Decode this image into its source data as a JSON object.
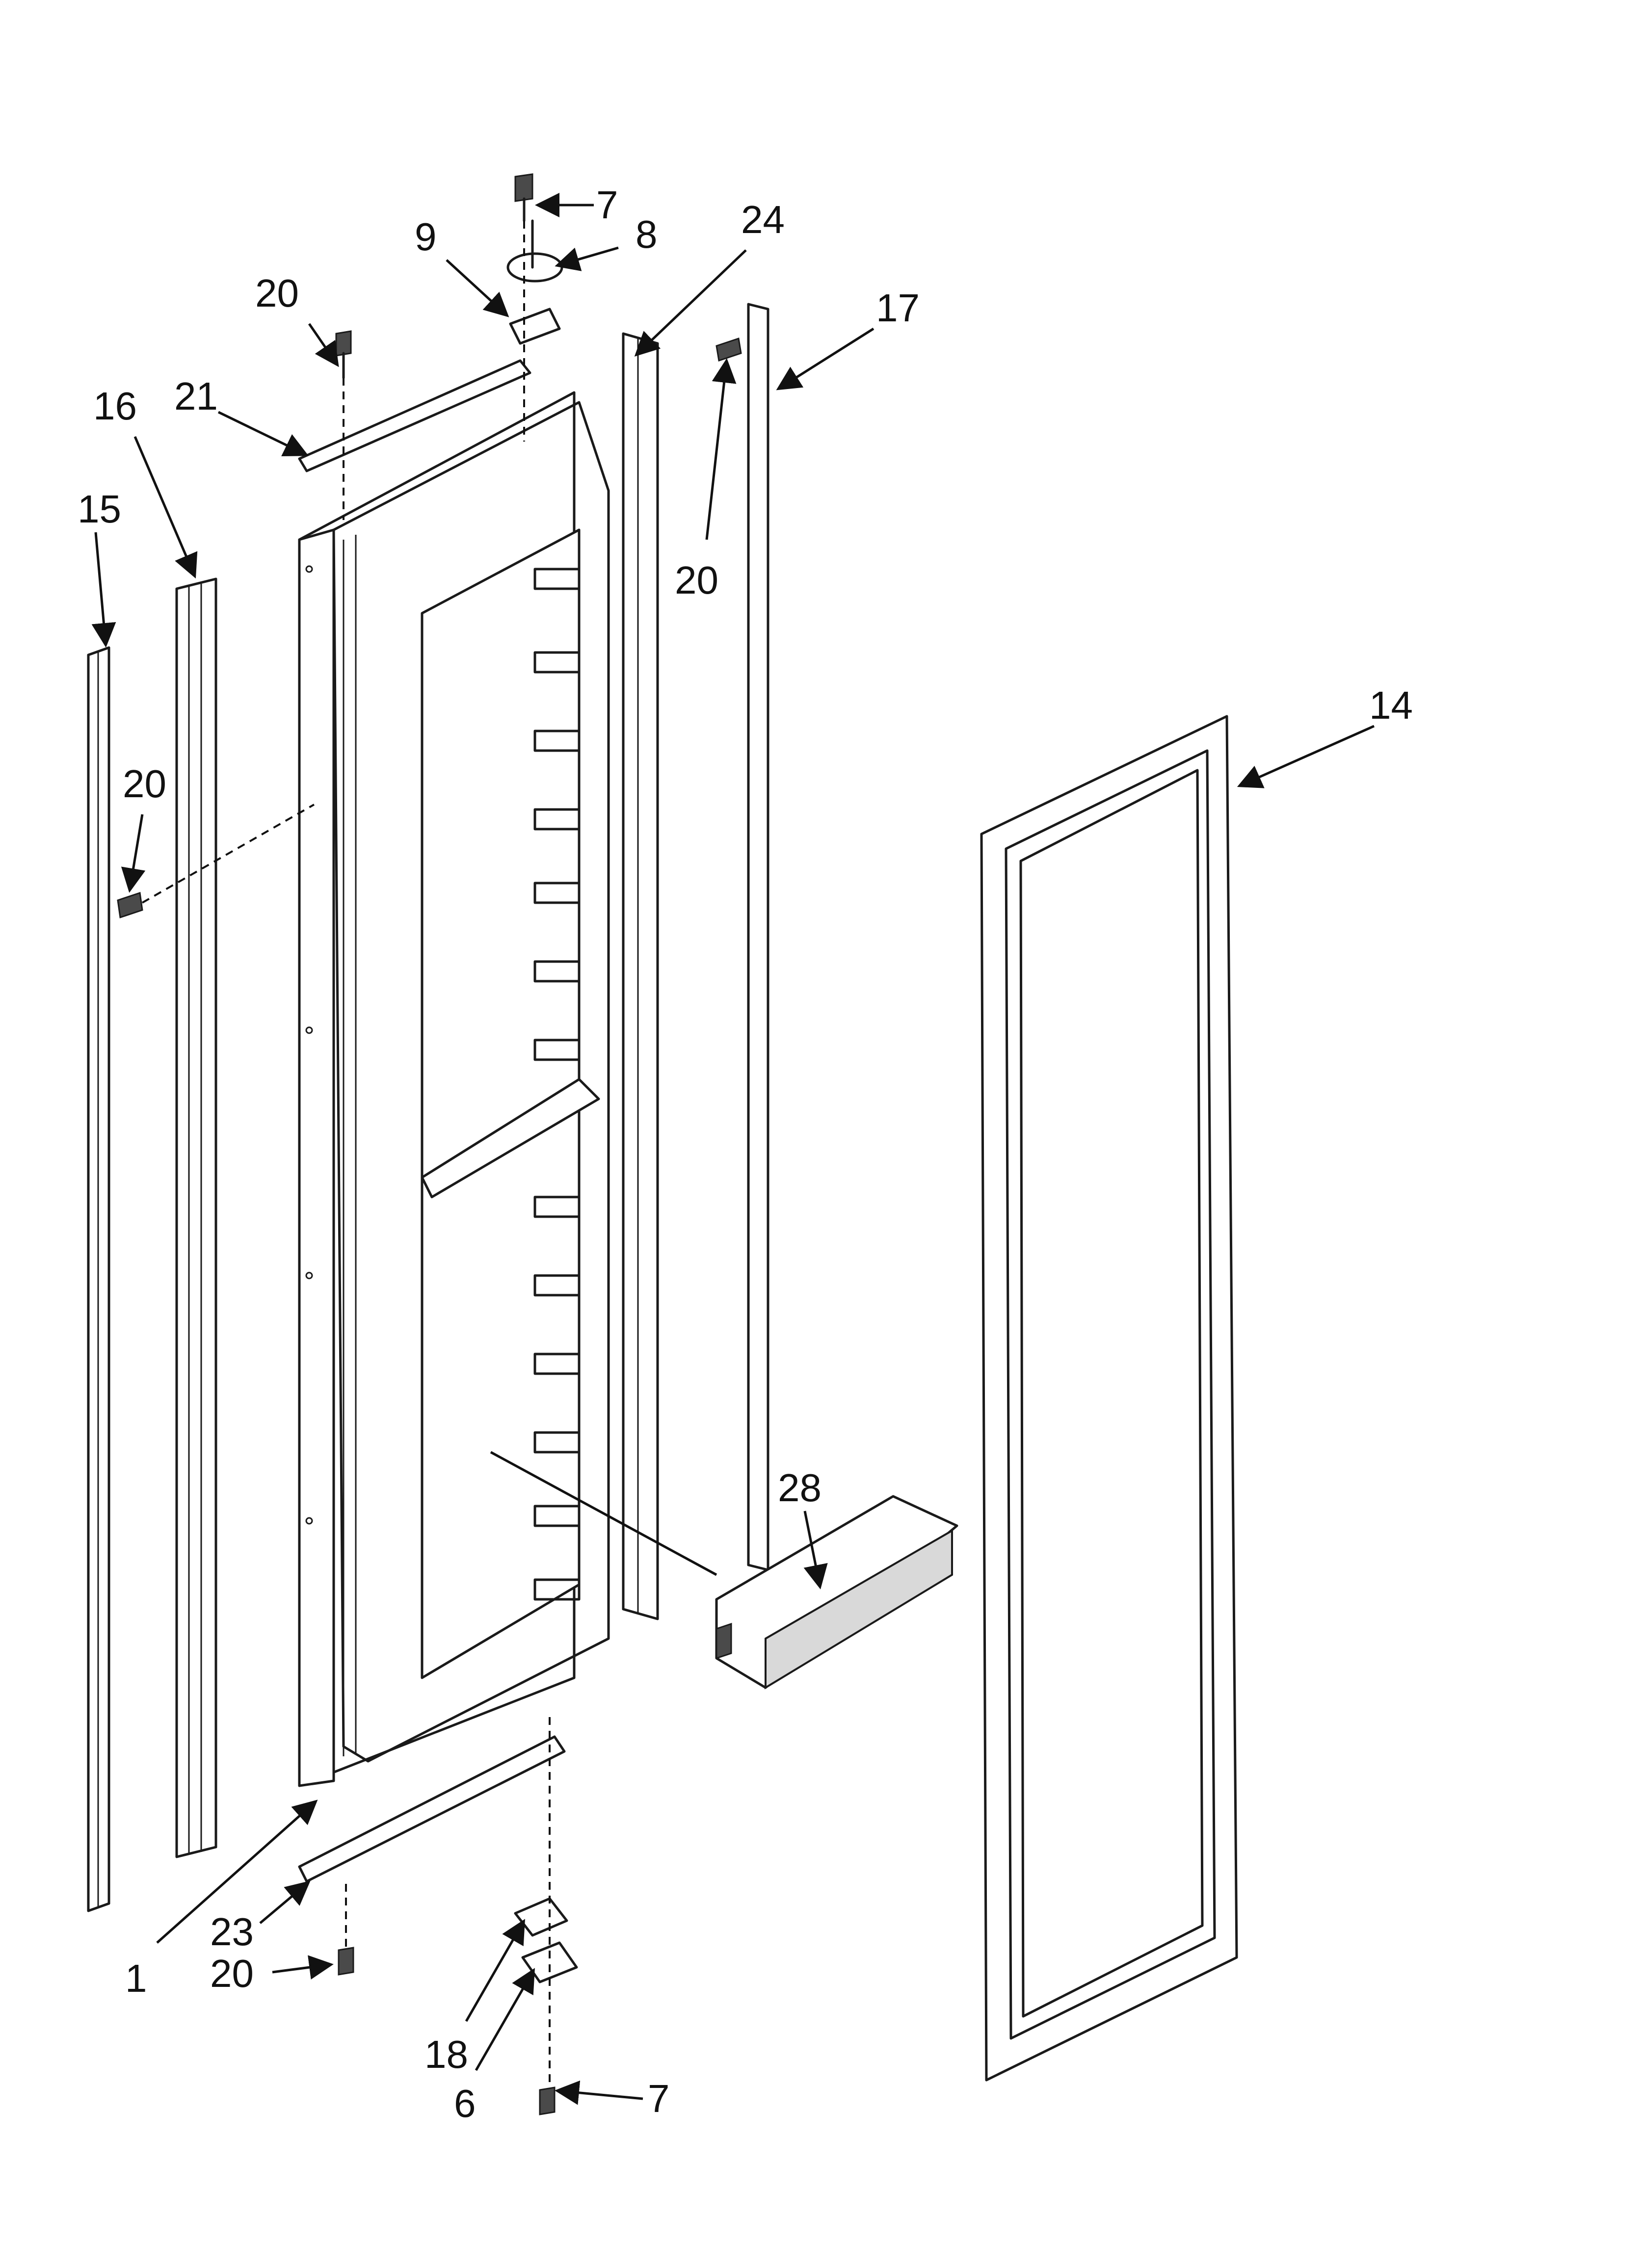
{
  "diagram": {
    "callouts": [
      {
        "id": "c7a",
        "label": "7"
      },
      {
        "id": "c8",
        "label": "8"
      },
      {
        "id": "c9",
        "label": "9"
      },
      {
        "id": "c24",
        "label": "24"
      },
      {
        "id": "c20a",
        "label": "20"
      },
      {
        "id": "c17",
        "label": "17"
      },
      {
        "id": "c16",
        "label": "16"
      },
      {
        "id": "c21",
        "label": "21"
      },
      {
        "id": "c15",
        "label": "15"
      },
      {
        "id": "c20b",
        "label": "20"
      },
      {
        "id": "c20c",
        "label": "20"
      },
      {
        "id": "c14",
        "label": "14"
      },
      {
        "id": "c28",
        "label": "28"
      },
      {
        "id": "c23",
        "label": "23"
      },
      {
        "id": "c1",
        "label": "1"
      },
      {
        "id": "c20d",
        "label": "20"
      },
      {
        "id": "c18",
        "label": "18"
      },
      {
        "id": "c6",
        "label": "6"
      },
      {
        "id": "c7b",
        "label": "7"
      }
    ]
  }
}
